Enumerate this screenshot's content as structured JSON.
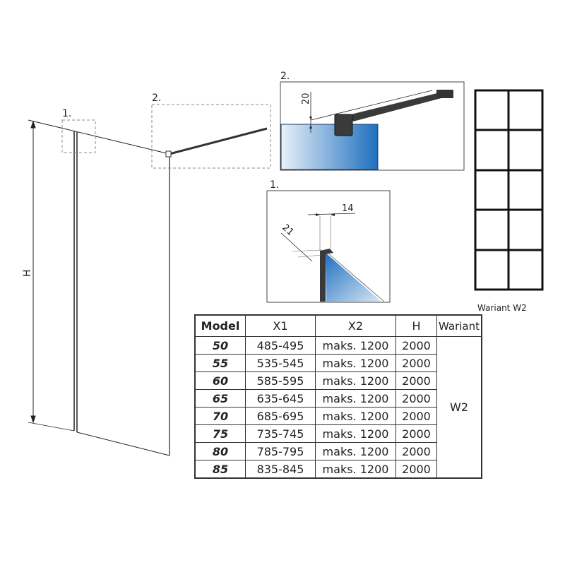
{
  "callouts": {
    "detail1": "1.",
    "detail2": "2."
  },
  "dimensions": {
    "height_label": "H",
    "detail2_gap": "20",
    "detail1_width": "14",
    "detail1_angle": "21"
  },
  "variant_caption": "Wariant W2",
  "table": {
    "headers": [
      "Model",
      "X1",
      "X2",
      "H",
      "Wariant"
    ],
    "variant": "W2",
    "rows": [
      {
        "model": "50",
        "x1": "485-495",
        "x2": "maks. 1200",
        "h": "2000"
      },
      {
        "model": "55",
        "x1": "535-545",
        "x2": "maks. 1200",
        "h": "2000"
      },
      {
        "model": "60",
        "x1": "585-595",
        "x2": "maks. 1200",
        "h": "2000"
      },
      {
        "model": "65",
        "x1": "635-645",
        "x2": "maks. 1200",
        "h": "2000"
      },
      {
        "model": "70",
        "x1": "685-695",
        "x2": "maks. 1200",
        "h": "2000"
      },
      {
        "model": "75",
        "x1": "735-745",
        "x2": "maks. 1200",
        "h": "2000"
      },
      {
        "model": "80",
        "x1": "785-795",
        "x2": "maks. 1200",
        "h": "2000"
      },
      {
        "model": "85",
        "x1": "835-845",
        "x2": "maks. 1200",
        "h": "2000"
      }
    ]
  },
  "colors": {
    "glass_dark": "#1f6fc0",
    "glass_light": "#e8f0f8",
    "profile": "#3a3a3a"
  }
}
